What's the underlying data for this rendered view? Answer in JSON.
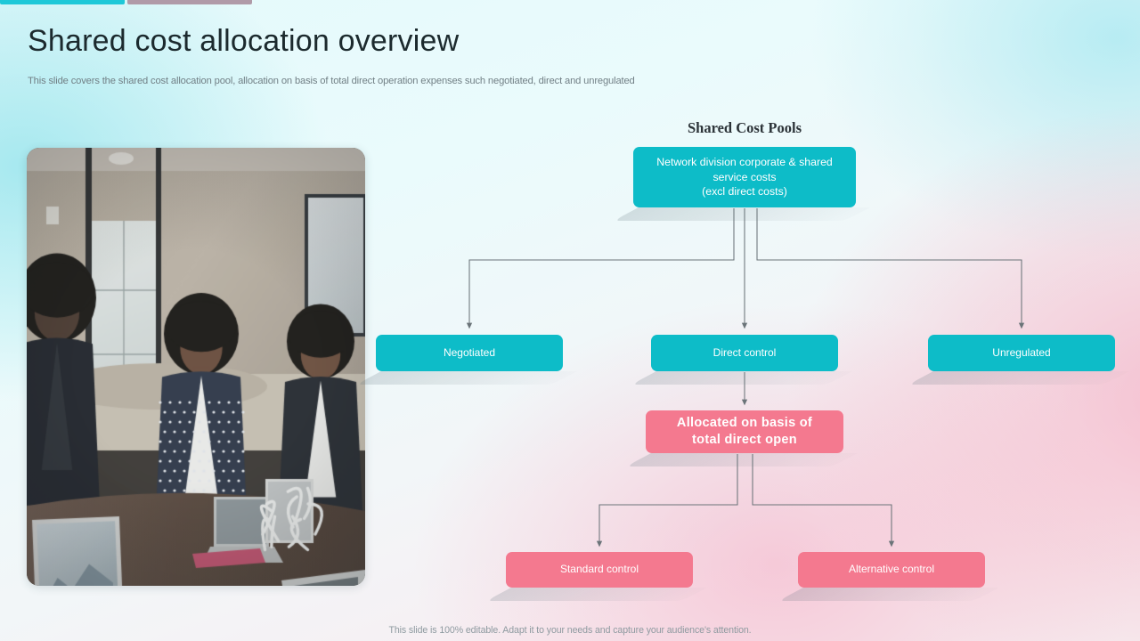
{
  "accents": {
    "teal_color": "#1ec8d8",
    "mauve_color": "#b09aa8"
  },
  "header": {
    "title": "Shared cost allocation overview",
    "subtitle": "This slide covers the shared cost allocation pool, allocation on basis of total direct operation expenses such negotiated, direct and unregulated"
  },
  "photo": {
    "alt": "Three women seated around a conference table with laptops in a meeting room"
  },
  "diagram": {
    "heading": "Shared Cost Pools",
    "teal_color": "#0dbcc8",
    "pink_color": "#f4798f",
    "connector_color": "#6b7479",
    "nodes": {
      "root": "Network division corporate & shared service costs\n(excl direct costs)",
      "root_line1": "Network division corporate & shared",
      "root_line2": "service costs",
      "root_line3": "(excl direct costs)",
      "negotiated": "Negotiated",
      "direct_control": "Direct control",
      "unregulated": "Unregulated",
      "allocated_line1": "Allocated on basis of",
      "allocated_line2": "total direct open",
      "standard_control": "Standard control",
      "alternative_control": "Alternative control"
    }
  },
  "footer": {
    "note": "This slide is 100% editable. Adapt it to your needs and capture your audience's attention."
  }
}
